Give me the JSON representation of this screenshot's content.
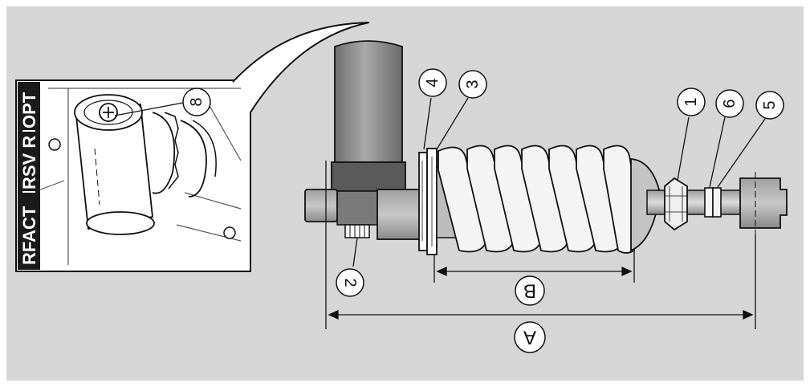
{
  "inset": {
    "badges": [
      "RFACT",
      "RSV R",
      "OPT"
    ]
  },
  "callouts": [
    {
      "id": "1",
      "label": "1"
    },
    {
      "id": "2",
      "label": "2"
    },
    {
      "id": "3",
      "label": "3"
    },
    {
      "id": "4",
      "label": "4"
    },
    {
      "id": "5",
      "label": "5"
    },
    {
      "id": "6",
      "label": "6"
    },
    {
      "id": "8",
      "label": "8"
    }
  ],
  "dimensions": {
    "overall_length": {
      "label": "A"
    },
    "spring_length": {
      "label": "B"
    }
  },
  "colors": {
    "background": "#d6d6d6",
    "reservoir": "#8a8a8a",
    "spring": "#f4f4f4",
    "badge": "#1a1a1a"
  }
}
